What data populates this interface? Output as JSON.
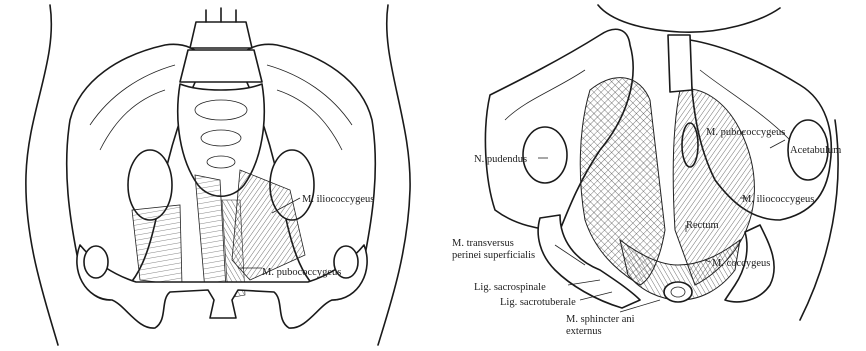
{
  "left_figure": {
    "labels": {
      "iliococcygeus": "M. iliococcygeus",
      "pubococcygeus": "M. pubococcygeus"
    }
  },
  "right_figure": {
    "labels": {
      "pudendus": "N. pudendus",
      "pubococcygeus": "M. pubococcygeus",
      "acetabulum": "Acetabulum",
      "iliococcygeus": "M. iliococcygeus",
      "rectum": "Rectum",
      "transversus_1": "M. transversus",
      "transversus_2": "perinei superficialis",
      "coccygeus": "M. coccygeus",
      "sacrospinale": "Lig. sacrospinale",
      "sacrotuberale": "Lig. sacrotuberale",
      "sphincter_1": "M. sphincter ani",
      "sphincter_2": "externus"
    }
  }
}
